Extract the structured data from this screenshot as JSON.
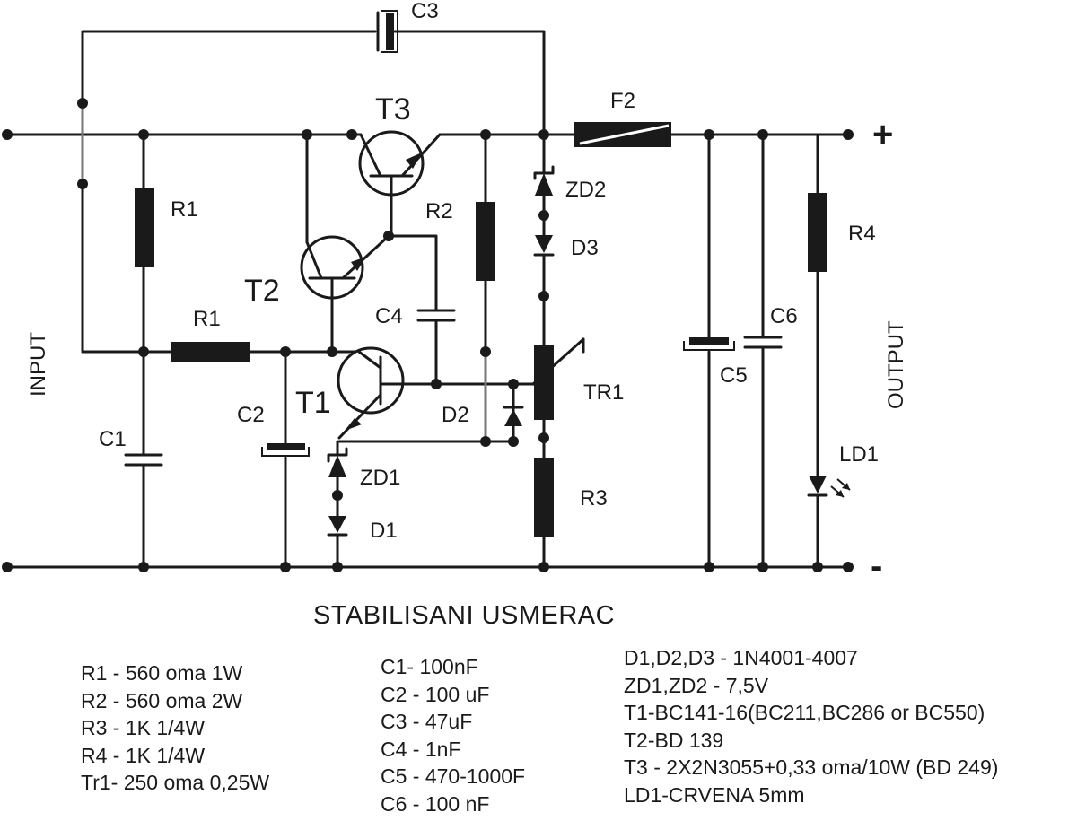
{
  "diagram": {
    "labels": {
      "t3": "T3",
      "t2": "T2",
      "t1": "T1",
      "r1_vertical": "R1",
      "r1_horizontal": "R1",
      "r2": "R2",
      "r3": "R3",
      "r4": "R4",
      "c1": "C1",
      "c2": "C2",
      "c3": "C3",
      "c4": "C4",
      "c5": "C5",
      "c6": "C6",
      "d1": "D1",
      "d2": "D2",
      "d3": "D3",
      "zd1": "ZD1",
      "zd2": "ZD2",
      "f2": "F2",
      "tr1": "TR1",
      "ld1": "LD1",
      "input": "INPUT",
      "output": "OUTPUT",
      "plus": "+",
      "minus": "-"
    },
    "title": "STABILISANI USMERAC"
  },
  "parts_list": {
    "resistors": [
      "R1 - 560 oma 1W",
      "R2 - 560 oma 2W",
      "R3 - 1K 1/4W",
      "R4 - 1K 1/4W",
      "Tr1- 250 oma 0,25W"
    ],
    "capacitors": [
      "C1- 100nF",
      "C2 - 100 uF",
      "C3 - 47uF",
      "C4 - 1nF",
      "C5 - 470-1000F",
      "C6 - 100 nF"
    ],
    "semiconductors": [
      "D1,D2,D3 - 1N4001-4007",
      "ZD1,ZD2 - 7,5V",
      "T1-BC141-16(BC211,BC286 or BC550)",
      "T2-BD 139",
      "T3 - 2X2N3055+0,33 oma/10W (BD 249)",
      "LD1-CRVENA 5mm"
    ]
  }
}
